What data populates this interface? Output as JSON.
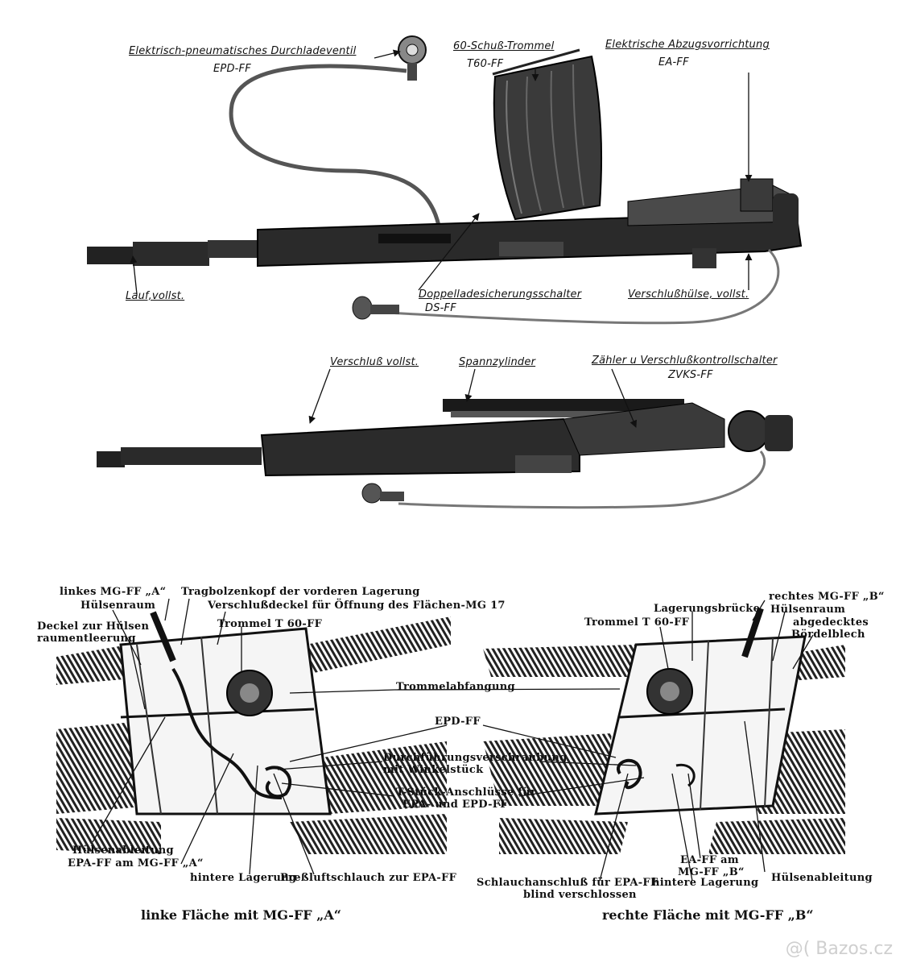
{
  "top_figure": {
    "labels": {
      "epd_title": "Elektrisch-pneumatisches Durchladeventil",
      "epd_code": "EPD-FF",
      "drum_title": "60-Schuß-Trommel",
      "drum_code": "T60-FF",
      "ea_title": "Elektrische Abzugsvorrichtung",
      "ea_code": "EA-FF",
      "barrel": "Lauf,vollst.",
      "ds_title": "Doppelladesicherungsschalter",
      "ds_code": "DS-FF",
      "receiver": "Verschlußhülse, vollst."
    }
  },
  "middle_figure": {
    "labels": {
      "bolt": "Verschluß vollst.",
      "cylinder": "Spannzylinder",
      "zvks_title": "Zähler u Verschlußkontrollschalter",
      "zvks_code": "ZVKS-FF"
    }
  },
  "left_wing": {
    "labels": {
      "gun_a": "linkes MG-FF „A“",
      "bolt_head": "Tragbolzenkopf der vorderen Lagerung",
      "cover": "Verschlußdeckel für Öffnung des Flächen-MG 17",
      "case_space": "Hülsenraum",
      "lid_1": "Deckel zur Hülsen",
      "lid_2": "raumentleerung",
      "drum": "Trommel T 60-FF",
      "ejection": "Hülsenableitung",
      "epa_a": "EPA-FF am MG-FF „A“",
      "rear_mount": "hintere Lagerung",
      "hose": "Preßluftschlauch zur EPA-FF"
    },
    "caption": "linke Fläche mit MG-FF „A“"
  },
  "center_labels": {
    "drum_catch": "Trommelabfangung",
    "epd": "EPD-FF",
    "feed_1": "Durchführungsverschraubung",
    "feed_2": "mit Winkelstück",
    "tee_1": "T-Stück-Anschlüsse für",
    "tee_2": "EPA- und EPD-FF"
  },
  "right_wing": {
    "labels": {
      "gun_b": "rechtes MG-FF „B“",
      "bridge": "Lagerungsbrücke",
      "case_space": "Hülsenraum",
      "drum": "Trommel T 60-FF",
      "covered_1": "abgedecktes",
      "covered_2": "Bördelblech",
      "hose_conn_1": "Schlauchanschluß für EPA-FF",
      "hose_conn_2": "blind verschlossen",
      "rear_mount": "hintere Lagerung",
      "ea_b_1": "EA-FF  am",
      "ea_b_2": "MG-FF  „B“",
      "ejection": "Hülsenableitung"
    },
    "caption": "rechte Fläche mit MG-FF „B“"
  },
  "watermark": "@( Bazos.cz"
}
